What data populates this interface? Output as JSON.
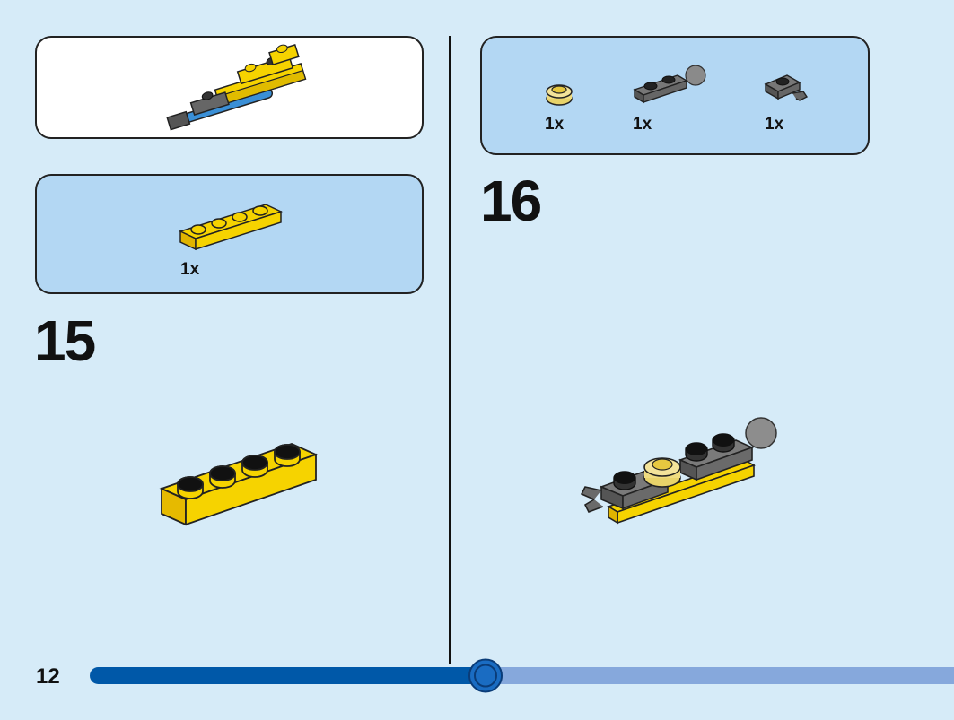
{
  "page_number": "12",
  "left": {
    "previous_result_panel": {},
    "parts_panel": {
      "parts": [
        {
          "qty": "1x",
          "icon": "yellow-plate-1x4-icon"
        }
      ]
    },
    "step_number": "15"
  },
  "right": {
    "parts_panel": {
      "parts": [
        {
          "qty": "1x",
          "icon": "trans-yellow-round-plate-icon"
        },
        {
          "qty": "1x",
          "icon": "gray-plate-with-ball-icon"
        },
        {
          "qty": "1x",
          "icon": "gray-plate-with-clip-icon"
        }
      ]
    },
    "step_number": "16"
  },
  "progress": {
    "fraction": 0.5,
    "filled_color": "#0058a8",
    "remaining_color": "#86a8dc"
  }
}
